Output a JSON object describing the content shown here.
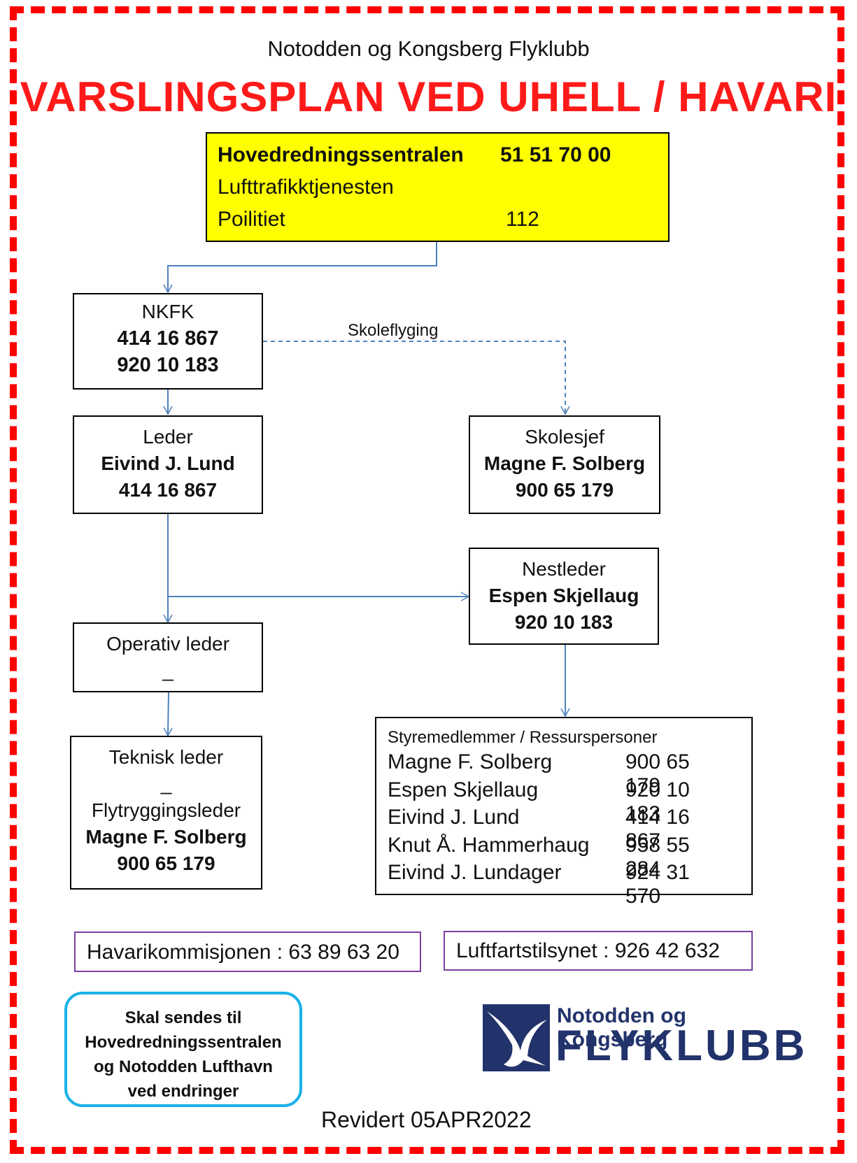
{
  "header": {
    "club": "Notodden og Kongsberg  Flyklubb",
    "title": "VARSLINGSPLAN  VED UHELL / HAVARI"
  },
  "emergency": {
    "hrs_name": "Hovedredningssentralen",
    "hrs_phone": "51 51 70 00",
    "atc": "Lufttrafikktjenesten",
    "police_name": "Poilitiet",
    "police_phone": "112"
  },
  "nkfk": {
    "title": "NKFK",
    "phone1": "414 16 867",
    "phone2": "920 10 183"
  },
  "connector_label": "Skoleflyging",
  "leder": {
    "title": "Leder",
    "name": "Eivind J. Lund",
    "phone": "414 16 867"
  },
  "skolesjef": {
    "title": "Skolesjef",
    "name": "Magne F. Solberg",
    "phone": "900 65 179"
  },
  "nestleder": {
    "title": "Nestleder",
    "name": "Espen Skjellaug",
    "phone": "920 10 183"
  },
  "operativ": {
    "title": "Operativ leder",
    "value": "_"
  },
  "teknisk": {
    "title": "Teknisk leder",
    "value": "_",
    "title2": "Flytryggingsleder",
    "name": "Magne F. Solberg",
    "phone": "900 65 179"
  },
  "board": {
    "heading": "Styremedlemmer / Ressurspersoner",
    "members": [
      {
        "name": "Magne F. Solberg",
        "phone": "900 65 179"
      },
      {
        "name": "Espen Skjellaug",
        "phone": "920 10 183"
      },
      {
        "name": "Eivind J. Lund",
        "phone": "414 16 867"
      },
      {
        "name": "Knut Å. Hammerhaug",
        "phone": "958 55 284"
      },
      {
        "name": "Eivind J. Lundager",
        "phone": "924 31 570"
      }
    ]
  },
  "havari": "Havarikommisjonen :  63 89 63 20",
  "luftfart": "Luftfartstilsynet :   926 42 632",
  "note": {
    "line1": "Skal sendes til",
    "line2": "Hovedredningssentralen",
    "line3": "og Notodden Lufthavn",
    "line4": "ved endringer"
  },
  "logo": {
    "top": "Notodden og Kongsberg",
    "big": "FLYKLUBB",
    "icon": "swallow-bird-logo"
  },
  "revised": "Revidert 05APR2022",
  "colors": {
    "border": "#ff0000",
    "title": "#ff1a1a",
    "highlight": "#ffff00",
    "connector": "#4f81bd",
    "purple": "#7b3fa1",
    "note_border": "#1ab1e8",
    "logo": "#22336b"
  }
}
